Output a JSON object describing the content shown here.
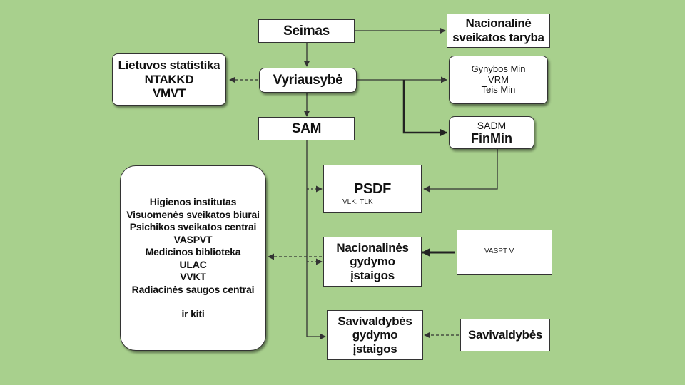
{
  "nodes": {
    "seimas": {
      "lines": [
        "Seimas"
      ]
    },
    "nst": {
      "lines": [
        "Nacionalinė",
        "sveikatos taryba"
      ]
    },
    "statistika": {
      "lines": [
        "Lietuvos statistika",
        "NTAKKD",
        "VMVT"
      ]
    },
    "vyriausybe": {
      "lines": [
        "Vyriausybė"
      ]
    },
    "ministries": {
      "lines": [
        "Gynybos Min",
        "VRM",
        "Teis Min"
      ]
    },
    "sam": {
      "lines": [
        "SAM"
      ]
    },
    "sadm": {
      "lines": [
        "SADM",
        "FinMin"
      ]
    },
    "psdf": {
      "title": "PSDF",
      "subtitle": "VLK, TLK"
    },
    "institutions": {
      "lines": [
        "Higienos institutas",
        "Visuomenės sveikatos biurai",
        "Psichikos sveikatos centrai",
        "VASPVT",
        "Medicinos biblioteka",
        "ULAC",
        "VVKT",
        "Radiacinės saugos centrai"
      ],
      "footer": "ir kiti"
    },
    "ngi": {
      "lines": [
        "Nacionalinės",
        "gydymo",
        "įstaigos"
      ]
    },
    "vasptv": {
      "lines": [
        "VASPT V"
      ]
    },
    "sgi": {
      "lines": [
        "Savivaldybės",
        "gydymo",
        "įstaigos"
      ]
    },
    "savivaldybes": {
      "lines": [
        "Savivaldybės"
      ]
    }
  },
  "colors": {
    "background": "#a8d08d",
    "box_fill": "#ffffff",
    "line": "#333333"
  }
}
